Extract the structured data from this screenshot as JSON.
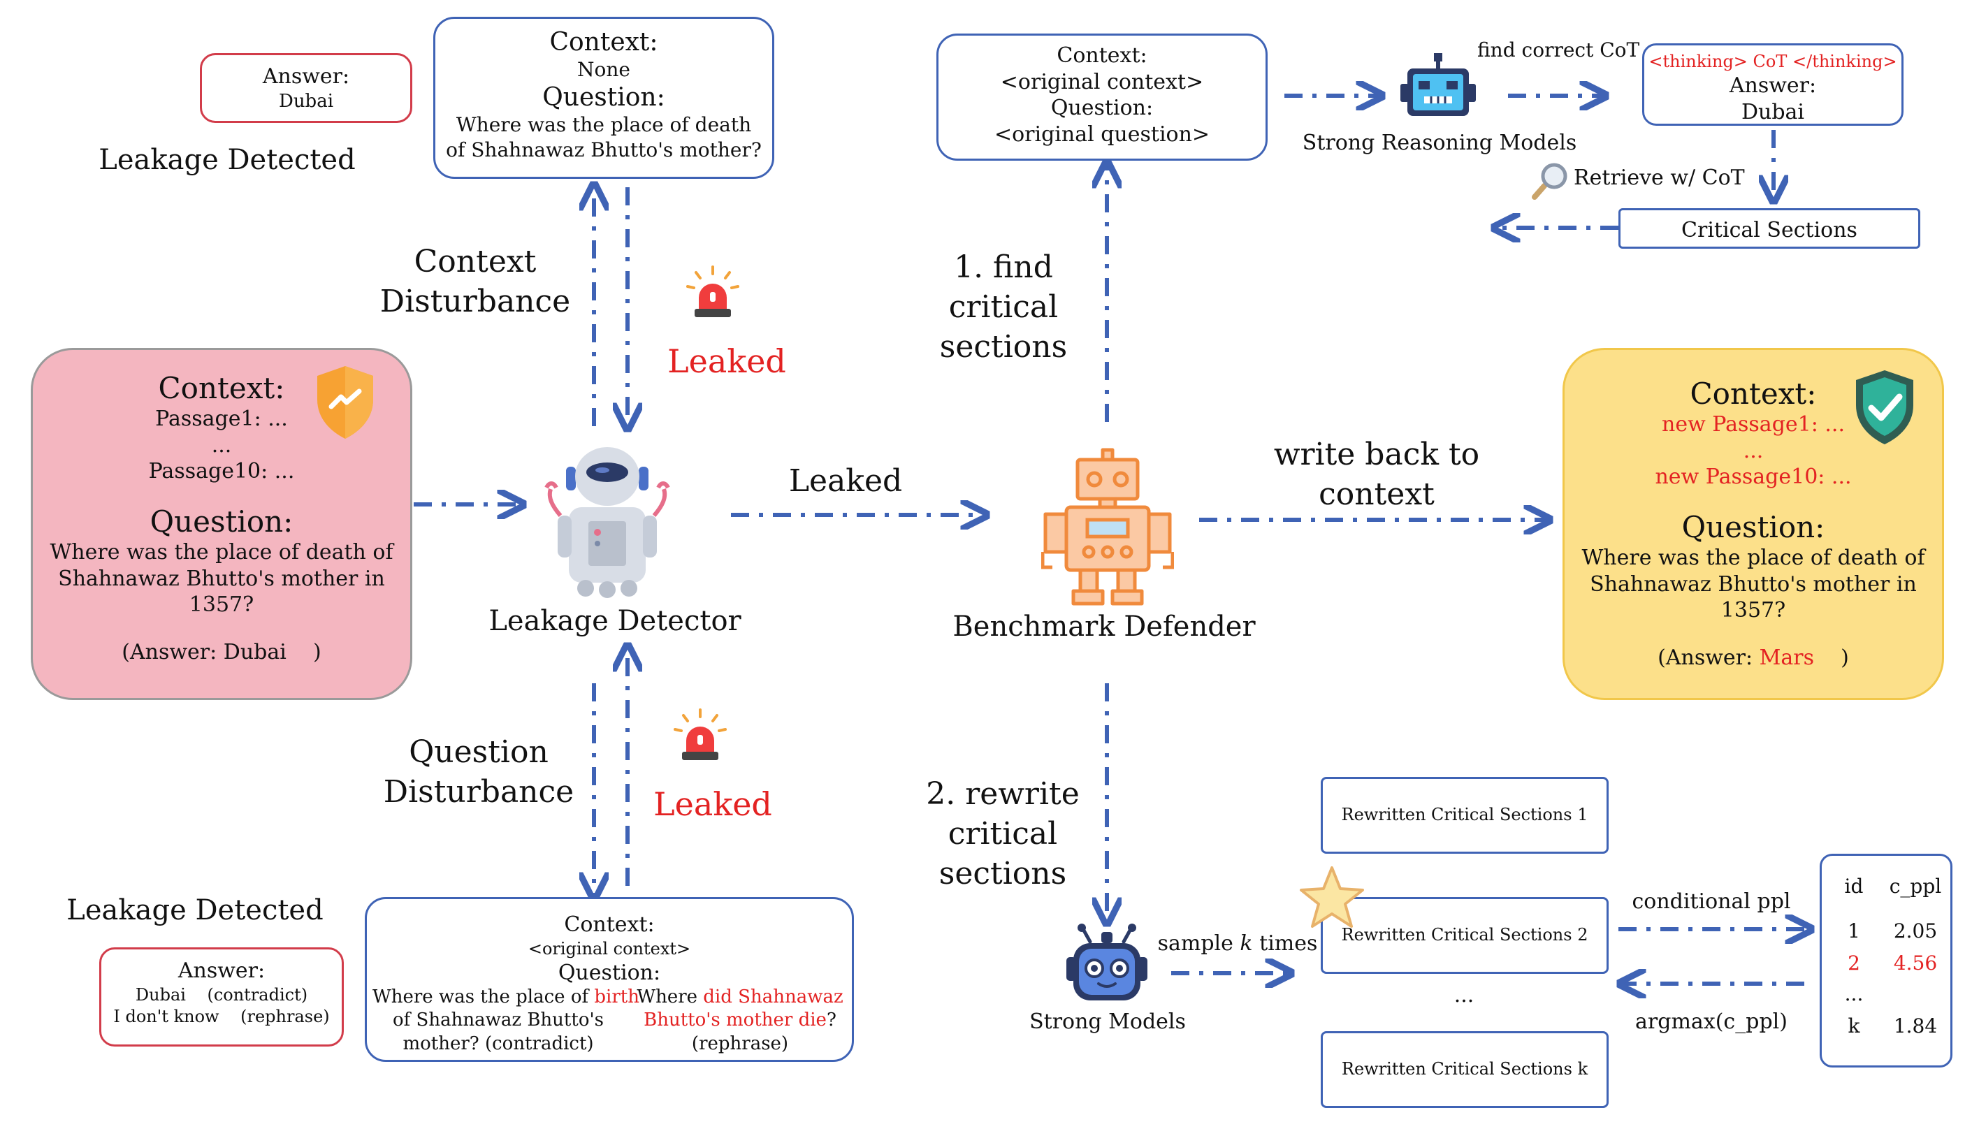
{
  "colors": {
    "arrow": "#3f63b5",
    "box_border_blue": "#3f63b5",
    "box_border_red": "#d23c4a",
    "leaked_red": "#e32222",
    "pink_panel": "#f4b6c0",
    "yellow_panel": "#fce08a"
  },
  "icons": [
    "alarm-siren-icon",
    "shield-icon",
    "shield-check-icon",
    "robot-detector-icon",
    "robot-defender-icon",
    "robot-strong-reasoning-icon",
    "robot-strong-models-icon",
    "magnifier-icon",
    "star-icon"
  ],
  "top_left": {
    "answer_title": "Answer:",
    "answer_value": "Dubai",
    "leakage_detected": "Leakage Detected",
    "context_title": "Context:",
    "context_value": "None",
    "question_title": "Question:",
    "question_line1": "Where was the place of death",
    "question_line2": "of Shahnawaz Bhutto's mother?"
  },
  "labels": {
    "context_disturbance_1": "Context",
    "context_disturbance_2": "Disturbance",
    "question_disturbance_1": "Question",
    "question_disturbance_2": "Disturbance",
    "leaked_top": "Leaked",
    "leaked_bottom": "Leaked",
    "leaked_middle": "Leaked",
    "leakage_detector": "Leakage Detector",
    "benchmark_defender": "Benchmark Defender",
    "find_1": "1. find",
    "find_2": "critical",
    "find_3": "sections",
    "rewrite_1": "2. rewrite",
    "rewrite_2": "critical",
    "rewrite_3": "sections",
    "write_back_1": "write back to",
    "write_back_2": "context",
    "strong_reasoning_models": "Strong Reasoning Models",
    "find_correct_cot": "find correct CoT",
    "retrieve_cot": "Retrieve w/ CoT",
    "strong_models": "Strong Models",
    "sample_prefix": "sample ",
    "sample_k": "k",
    "sample_suffix": " times",
    "conditional_ppl": "conditional ppl",
    "argmax": "argmax(c_ppl)"
  },
  "input_panel": {
    "context_title": "Context:",
    "passage_first": "Passage1: ...",
    "ellipsis": "...",
    "passage_last": "Passage10: ...",
    "question_title": "Question:",
    "question_line1": "Where was the place of death of",
    "question_line2": "Shahnawaz Bhutto's mother in",
    "question_line3": "1357?",
    "answer_text": "(Answer: Dubai    )"
  },
  "output_panel": {
    "context_title": "Context:",
    "passage_first": "new Passage1: ...",
    "ellipsis": "...",
    "passage_last": "new Passage10: ...",
    "question_title": "Question:",
    "question_line1": "Where was the place of death of",
    "question_line2": "Shahnawaz Bhutto's mother in",
    "question_line3": "1357?",
    "answer_prefix": "(Answer: ",
    "answer_value": "Mars",
    "answer_suffix": "    )"
  },
  "reasoning_box": {
    "context_title": "Context:",
    "context_value": "<original context>",
    "question_title": "Question:",
    "question_value": "<original question>"
  },
  "cot_box": {
    "thinking": "<thinking> CoT </thinking>",
    "answer_title": "Answer:",
    "answer_value": "Dubai"
  },
  "critical_sections": "Critical Sections",
  "bottom_left": {
    "leakage_detected": "Leakage Detected",
    "answer_title": "Answer:",
    "answer_line1_a": "Dubai",
    "answer_line1_b": "(contradict)",
    "answer_line2_a": "I don't know",
    "answer_line2_b": "(rephrase)"
  },
  "bottom_context_box": {
    "context_title": "Context:",
    "context_value": "<original context>",
    "question_title": "Question:",
    "left_q1_prefix": "Where was the place of ",
    "left_q1_red": "birth",
    "left_q2": "of Shahnawaz Bhutto's",
    "left_q3": "mother? (contradict)",
    "right_q1_prefix": "Where ",
    "right_q1_red": "did Shahnawaz",
    "right_q2_red": "Bhutto's mother die",
    "right_q2_suffix": "?",
    "right_q3": "(rephrase)"
  },
  "rewritten": {
    "s1": "Rewritten Critical Sections 1",
    "s2": "Rewritten Critical Sections 2",
    "ellipsis": "...",
    "sk": "Rewritten Critical Sections k"
  },
  "ppl_table": {
    "headers": [
      "id",
      "c_ppl"
    ],
    "rows": [
      {
        "id": "1",
        "c_ppl": "2.05",
        "highlight": false
      },
      {
        "id": "2",
        "c_ppl": "4.56",
        "highlight": true
      },
      {
        "id": "...",
        "c_ppl": "",
        "highlight": false
      },
      {
        "id": "k",
        "c_ppl": "1.84",
        "highlight": false
      }
    ]
  }
}
